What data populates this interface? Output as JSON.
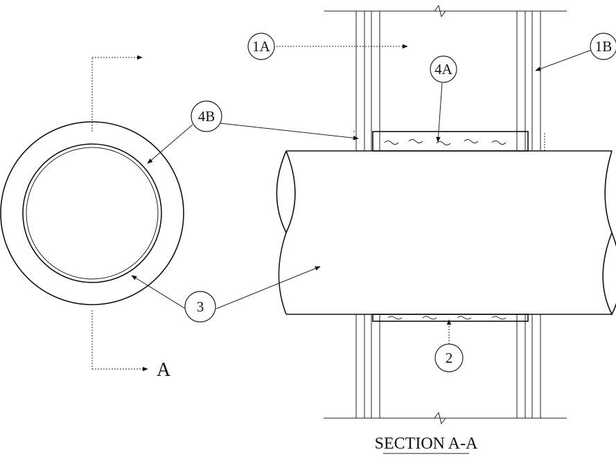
{
  "callouts": {
    "c1a": "1A",
    "c1b": "1B",
    "c4a": "4A",
    "c4b": "4B",
    "c3": "3",
    "c2": "2"
  },
  "section_marker": "A",
  "section_title": "SECTION A-A",
  "icons": [
    "arrow-icon",
    "break-symbol-icon"
  ]
}
